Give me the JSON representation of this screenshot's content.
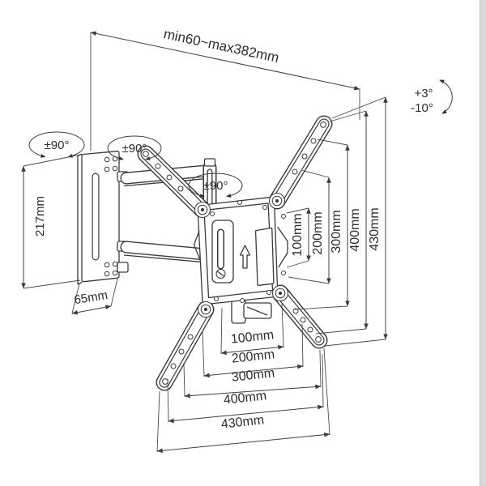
{
  "labels": {
    "extension_range": "min60~max382mm",
    "tilt_up": "+3°",
    "tilt_down": "-10°",
    "swivel_wall": "±90°",
    "swivel_elbow": "±90°",
    "swivel_plate": "±90°",
    "plate_height": "217mm",
    "plate_width": "65mm"
  },
  "vesa_vertical": [
    "100mm",
    "200mm",
    "300mm",
    "400mm",
    "430mm"
  ],
  "vesa_horizontal": [
    "100mm",
    "200mm",
    "300mm",
    "400mm",
    "430mm"
  ],
  "colors": {
    "line": "#3a3a3a",
    "text": "#2d2d2d",
    "background": "#ffffff",
    "edge_strip": "#d8d8d8"
  }
}
